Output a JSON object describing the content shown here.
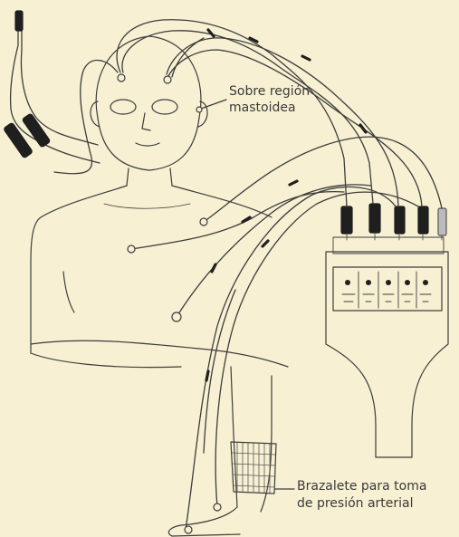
{
  "colors": {
    "background": "#f7f0d2",
    "line": "#3d3d3d",
    "dark_segment": "#1f1f1f",
    "cuff_hatch": "#5a5a5a"
  },
  "labels": {
    "mastoid_line1": "Sobre región",
    "mastoid_line2": "mastoidea",
    "cuff_line1": "Brazalete para toma",
    "cuff_line2": "de presión arterial"
  },
  "icons": {
    "connectors": "plug-connector-icon",
    "module": "polygraph-module-icon"
  }
}
